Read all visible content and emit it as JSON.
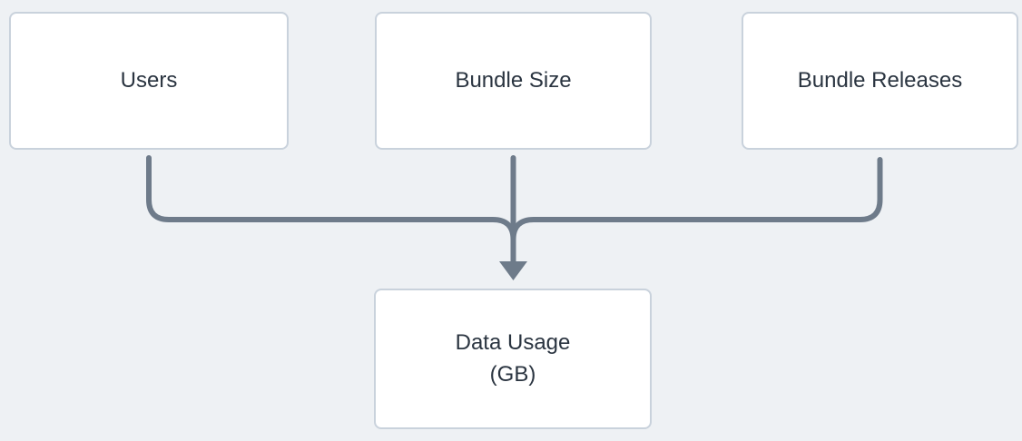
{
  "diagram": {
    "type": "flowchart",
    "description": "Three input factors merge into one output node via a combined downward arrow",
    "nodes": [
      {
        "id": "users",
        "label": "Users",
        "role": "input"
      },
      {
        "id": "bundle-size",
        "label": "Bundle Size",
        "role": "input"
      },
      {
        "id": "bundle-releases",
        "label": "Bundle Releases",
        "role": "input"
      },
      {
        "id": "data-usage",
        "label": "Data Usage",
        "sublabel": "(GB)",
        "role": "output"
      }
    ],
    "edges": [
      {
        "from": "users",
        "to": "data-usage",
        "arrow": "down"
      },
      {
        "from": "bundle-size",
        "to": "data-usage",
        "arrow": "down"
      },
      {
        "from": "bundle-releases",
        "to": "data-usage",
        "arrow": "down"
      }
    ],
    "colors": {
      "background": "#eef1f4",
      "node_fill": "#ffffff",
      "node_border": "#c9d2dc",
      "edge_stroke": "#6e7b8a",
      "text": "#2a3440"
    }
  }
}
